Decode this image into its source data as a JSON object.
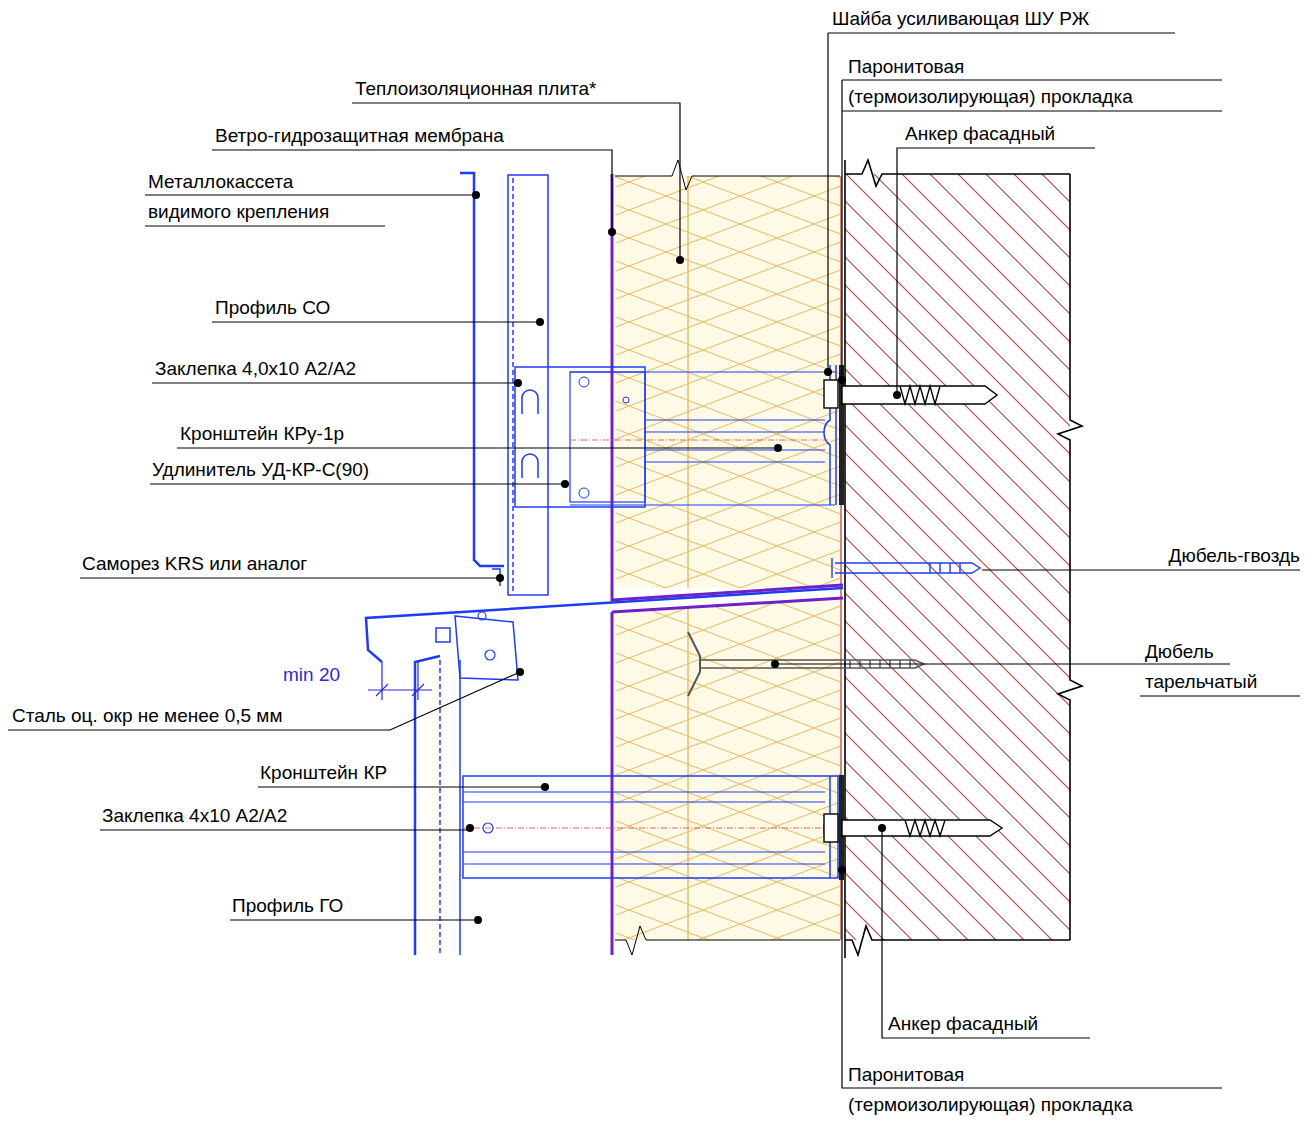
{
  "diagram": {
    "labels": [
      "Шайба усиливающая ШУ РЖ",
      "Паронитовая (термоизолирующая) прокладка",
      "Теплоизоляционная плита*",
      "Анкер фасадный",
      "Ветро-гидрозащитная мембрана",
      "Металлокассета видимого крепления",
      "Профиль СО",
      "Заклепка 4,0х10 А2/А2",
      "Кронштейн КРу-1р",
      "Удлинитель УД-КР-С(90)",
      "Саморез KRS или аналог",
      "Дюбель-гвоздь",
      "Дюбель тарельчатый",
      "min 20",
      "Сталь оц. окр не менее 0,5 мм",
      "Кронштейн КР",
      "Заклепка 4х10 А2/А2",
      "Профиль ГО",
      "Анкер фасадный",
      "Паронитовая (термоизолирующая) прокладка"
    ]
  }
}
